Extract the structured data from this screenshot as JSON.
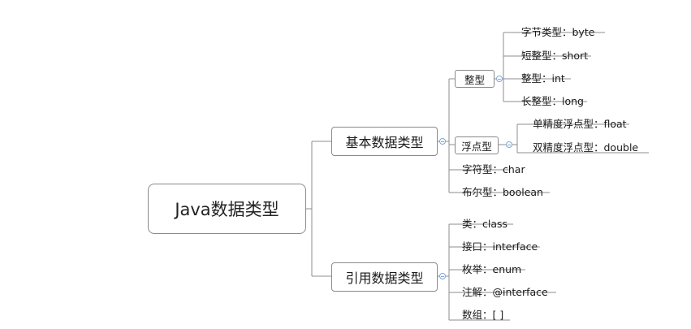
{
  "mindmap": {
    "root": "Java数据类型",
    "basic": {
      "label": "基本数据类型",
      "integer": {
        "label": "整型",
        "items": [
          "字节类型：byte",
          "短整型：short",
          "整型：int",
          "长整型：long"
        ]
      },
      "float": {
        "label": "浮点型",
        "items": [
          "单精度浮点型：float",
          "双精度浮点型：double"
        ]
      },
      "char": "字符型：char",
      "boolean": "布尔型：boolean"
    },
    "reference": {
      "label": "引用数据类型",
      "items": [
        "类：class",
        "接口：interface",
        "枚举：enum",
        "注解：@interface",
        "数组：[ ]"
      ]
    }
  },
  "colors": {
    "line": "#8c8c8c",
    "toggle": "#7fa7d8"
  }
}
